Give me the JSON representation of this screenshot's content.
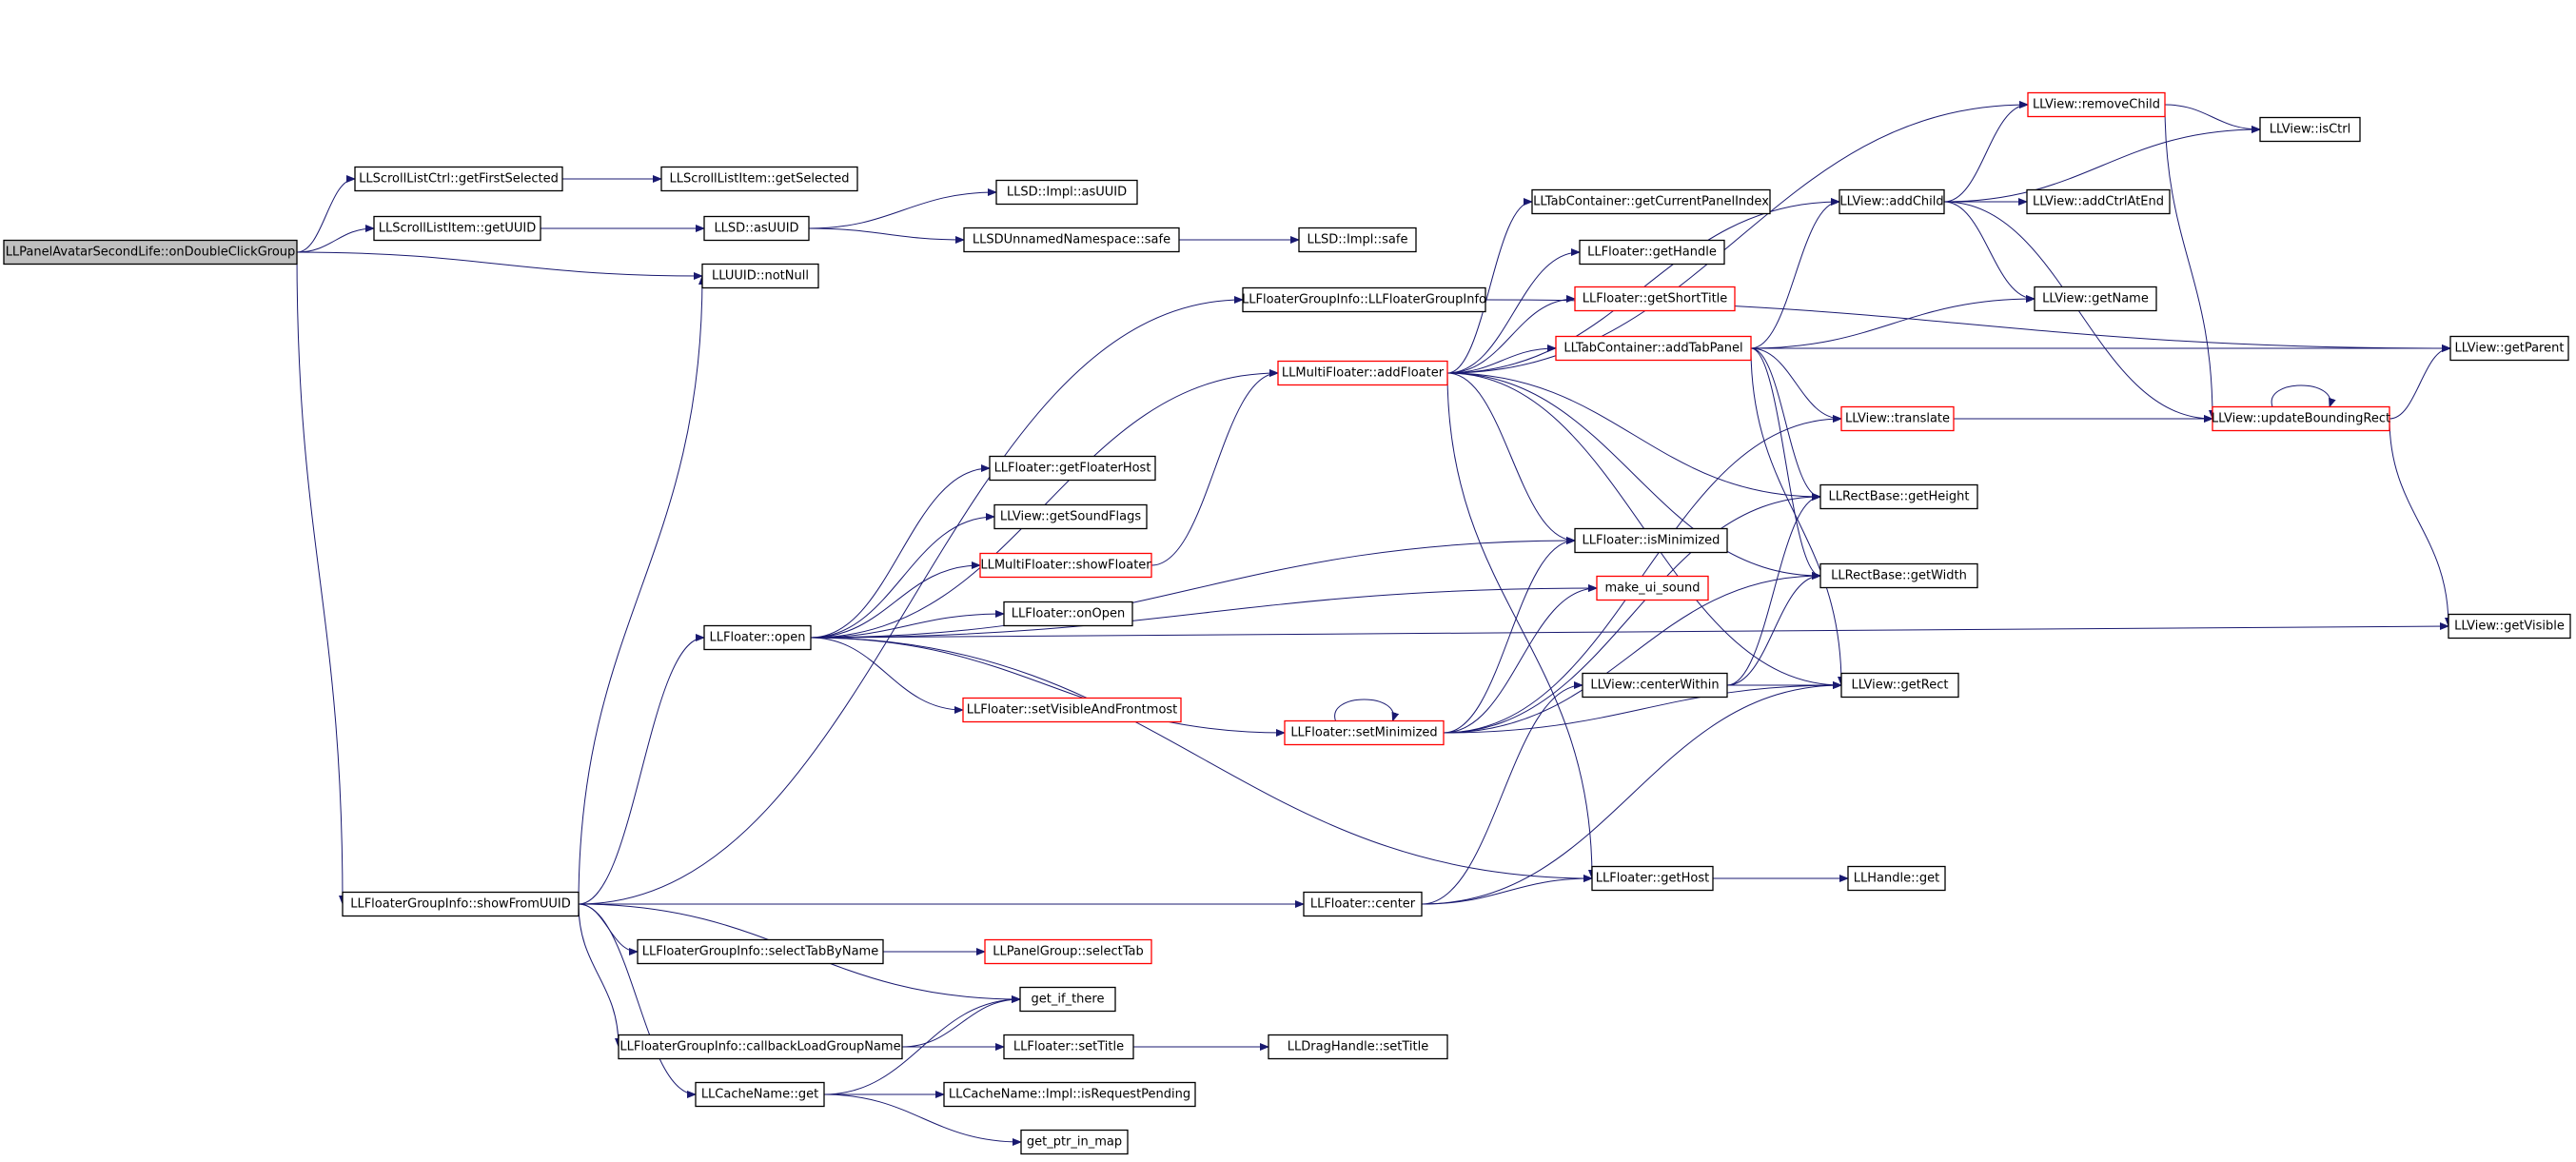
{
  "diagram": {
    "colors": {
      "edge": "#191970",
      "root_fill": "#bfbfbf",
      "node_fill": "#ffffff",
      "node_border": "#000000",
      "truncated_border": "#ff0000"
    },
    "nodes": [
      {
        "id": "root",
        "label": "LLPanelAvatarSecondLife::onDoubleClickGroup",
        "style": "root"
      },
      {
        "id": "getFirstSelected",
        "label": "LLScrollListCtrl::getFirstSelected",
        "style": "normal"
      },
      {
        "id": "getSelected",
        "label": "LLScrollListItem::getSelected",
        "style": "normal"
      },
      {
        "id": "getUUID",
        "label": "LLScrollListItem::getUUID",
        "style": "normal"
      },
      {
        "id": "asUUID",
        "label": "LLSD::asUUID",
        "style": "normal"
      },
      {
        "id": "implAsUUID",
        "label": "LLSD::Impl::asUUID",
        "style": "normal"
      },
      {
        "id": "nsSafe",
        "label": "LLSDUnnamedNamespace::safe",
        "style": "normal"
      },
      {
        "id": "implSafe",
        "label": "LLSD::Impl::safe",
        "style": "normal"
      },
      {
        "id": "notNull",
        "label": "LLUUID::notNull",
        "style": "normal"
      },
      {
        "id": "fgiCtor",
        "label": "LLFloaterGroupInfo::LLFloaterGroupInfo",
        "style": "normal"
      },
      {
        "id": "addFloater",
        "label": "LLMultiFloater::addFloater",
        "style": "truncated"
      },
      {
        "id": "getCurrentPanelIndex",
        "label": "LLTabContainer::getCurrentPanelIndex",
        "style": "normal"
      },
      {
        "id": "getHandle",
        "label": "LLFloater::getHandle",
        "style": "normal"
      },
      {
        "id": "getShortTitle",
        "label": "LLFloater::getShortTitle",
        "style": "truncated"
      },
      {
        "id": "addTabPanel",
        "label": "LLTabContainer::addTabPanel",
        "style": "truncated"
      },
      {
        "id": "removeChild",
        "label": "LLView::removeChild",
        "style": "truncated"
      },
      {
        "id": "isCtrl",
        "label": "LLView::isCtrl",
        "style": "normal"
      },
      {
        "id": "addChild",
        "label": "LLView::addChild",
        "style": "normal"
      },
      {
        "id": "addCtrlAtEnd",
        "label": "LLView::addCtrlAtEnd",
        "style": "normal"
      },
      {
        "id": "getName",
        "label": "LLView::getName",
        "style": "normal"
      },
      {
        "id": "getParent",
        "label": "LLView::getParent",
        "style": "normal"
      },
      {
        "id": "translate",
        "label": "LLView::translate",
        "style": "truncated"
      },
      {
        "id": "updateBoundingRect",
        "label": "LLView::updateBoundingRect",
        "style": "truncated"
      },
      {
        "id": "getFloaterHost",
        "label": "LLFloater::getFloaterHost",
        "style": "normal"
      },
      {
        "id": "getSoundFlags",
        "label": "LLView::getSoundFlags",
        "style": "normal"
      },
      {
        "id": "showFloater",
        "label": "LLMultiFloater::showFloater",
        "style": "truncated"
      },
      {
        "id": "onOpen",
        "label": "LLFloater::onOpen",
        "style": "normal"
      },
      {
        "id": "open",
        "label": "LLFloater::open",
        "style": "normal"
      },
      {
        "id": "setVisibleAndFrontmost",
        "label": "LLFloater::setVisibleAndFrontmost",
        "style": "truncated"
      },
      {
        "id": "isMinimized",
        "label": "LLFloater::isMinimized",
        "style": "normal"
      },
      {
        "id": "makeUiSound",
        "label": "make_ui_sound",
        "style": "truncated"
      },
      {
        "id": "getHeight",
        "label": "LLRectBase::getHeight",
        "style": "normal"
      },
      {
        "id": "getWidth",
        "label": "LLRectBase::getWidth",
        "style": "normal"
      },
      {
        "id": "centerWithin",
        "label": "LLView::centerWithin",
        "style": "normal"
      },
      {
        "id": "getRect",
        "label": "LLView::getRect",
        "style": "normal"
      },
      {
        "id": "setMinimized",
        "label": "LLFloater::setMinimized",
        "style": "truncated"
      },
      {
        "id": "getVisible",
        "label": "LLView::getVisible",
        "style": "normal"
      },
      {
        "id": "showFromUUID",
        "label": "LLFloaterGroupInfo::showFromUUID",
        "style": "normal"
      },
      {
        "id": "center",
        "label": "LLFloater::center",
        "style": "normal"
      },
      {
        "id": "getHost",
        "label": "LLFloater::getHost",
        "style": "normal"
      },
      {
        "id": "handleGet",
        "label": "LLHandle::get",
        "style": "normal"
      },
      {
        "id": "selectTabByName",
        "label": "LLFloaterGroupInfo::selectTabByName",
        "style": "normal"
      },
      {
        "id": "selectTab",
        "label": "LLPanelGroup::selectTab",
        "style": "truncated"
      },
      {
        "id": "getIfThere",
        "label": "get_if_there",
        "style": "normal"
      },
      {
        "id": "callbackLoadGroupName",
        "label": "LLFloaterGroupInfo::callbackLoadGroupName",
        "style": "normal"
      },
      {
        "id": "setTitle",
        "label": "LLFloater::setTitle",
        "style": "normal"
      },
      {
        "id": "dragSetTitle",
        "label": "LLDragHandle::setTitle",
        "style": "normal"
      },
      {
        "id": "cacheGet",
        "label": "LLCacheName::get",
        "style": "normal"
      },
      {
        "id": "isRequestPending",
        "label": "LLCacheName::Impl::isRequestPending",
        "style": "normal"
      },
      {
        "id": "getPtrInMap",
        "label": "get_ptr_in_map",
        "style": "normal"
      }
    ],
    "edges": [
      [
        "root",
        "getFirstSelected"
      ],
      [
        "root",
        "getUUID"
      ],
      [
        "root",
        "notNull"
      ],
      [
        "root",
        "showFromUUID"
      ],
      [
        "getFirstSelected",
        "getSelected"
      ],
      [
        "getUUID",
        "asUUID"
      ],
      [
        "asUUID",
        "implAsUUID"
      ],
      [
        "asUUID",
        "nsSafe"
      ],
      [
        "nsSafe",
        "implSafe"
      ],
      [
        "showFromUUID",
        "notNull"
      ],
      [
        "showFromUUID",
        "fgiCtor"
      ],
      [
        "showFromUUID",
        "open"
      ],
      [
        "showFromUUID",
        "center"
      ],
      [
        "showFromUUID",
        "selectTabByName"
      ],
      [
        "showFromUUID",
        "getIfThere"
      ],
      [
        "showFromUUID",
        "callbackLoadGroupName"
      ],
      [
        "showFromUUID",
        "cacheGet"
      ],
      [
        "fgiCtor",
        "getParent"
      ],
      [
        "addFloater",
        "getCurrentPanelIndex"
      ],
      [
        "addFloater",
        "getHandle"
      ],
      [
        "addFloater",
        "getShortTitle"
      ],
      [
        "addFloater",
        "addTabPanel"
      ],
      [
        "addFloater",
        "removeChild"
      ],
      [
        "addFloater",
        "addChild"
      ],
      [
        "addFloater",
        "isMinimized"
      ],
      [
        "addFloater",
        "getHeight"
      ],
      [
        "addFloater",
        "getWidth"
      ],
      [
        "addFloater",
        "getRect"
      ],
      [
        "addFloater",
        "getHost"
      ],
      [
        "addTabPanel",
        "addChild"
      ],
      [
        "addTabPanel",
        "getName"
      ],
      [
        "addTabPanel",
        "getParent"
      ],
      [
        "addTabPanel",
        "translate"
      ],
      [
        "addTabPanel",
        "getHeight"
      ],
      [
        "addTabPanel",
        "getWidth"
      ],
      [
        "addTabPanel",
        "getRect"
      ],
      [
        "addChild",
        "removeChild"
      ],
      [
        "addChild",
        "isCtrl"
      ],
      [
        "addChild",
        "addCtrlAtEnd"
      ],
      [
        "addChild",
        "getName"
      ],
      [
        "addChild",
        "updateBoundingRect"
      ],
      [
        "removeChild",
        "isCtrl"
      ],
      [
        "removeChild",
        "updateBoundingRect"
      ],
      [
        "translate",
        "updateBoundingRect"
      ],
      [
        "updateBoundingRect",
        "updateBoundingRect"
      ],
      [
        "updateBoundingRect",
        "getParent"
      ],
      [
        "updateBoundingRect",
        "getVisible"
      ],
      [
        "open",
        "addFloater"
      ],
      [
        "open",
        "getFloaterHost"
      ],
      [
        "open",
        "getSoundFlags"
      ],
      [
        "open",
        "showFloater"
      ],
      [
        "open",
        "onOpen"
      ],
      [
        "open",
        "isMinimized"
      ],
      [
        "open",
        "makeUiSound"
      ],
      [
        "open",
        "setVisibleAndFrontmost"
      ],
      [
        "open",
        "setMinimized"
      ],
      [
        "open",
        "getVisible"
      ],
      [
        "open",
        "getHost"
      ],
      [
        "showFloater",
        "addFloater"
      ],
      [
        "setMinimized",
        "setMinimized"
      ],
      [
        "setMinimized",
        "isMinimized"
      ],
      [
        "setMinimized",
        "makeUiSound"
      ],
      [
        "setMinimized",
        "translate"
      ],
      [
        "setMinimized",
        "getHeight"
      ],
      [
        "setMinimized",
        "getWidth"
      ],
      [
        "setMinimized",
        "getRect"
      ],
      [
        "centerWithin",
        "getHeight"
      ],
      [
        "centerWithin",
        "getWidth"
      ],
      [
        "centerWithin",
        "getRect"
      ],
      [
        "center",
        "getHost"
      ],
      [
        "center",
        "centerWithin"
      ],
      [
        "center",
        "getRect"
      ],
      [
        "getHost",
        "handleGet"
      ],
      [
        "selectTabByName",
        "selectTab"
      ],
      [
        "callbackLoadGroupName",
        "getIfThere"
      ],
      [
        "callbackLoadGroupName",
        "setTitle"
      ],
      [
        "setTitle",
        "dragSetTitle"
      ],
      [
        "cacheGet",
        "getIfThere"
      ],
      [
        "cacheGet",
        "isRequestPending"
      ],
      [
        "cacheGet",
        "getPtrInMap"
      ]
    ]
  }
}
